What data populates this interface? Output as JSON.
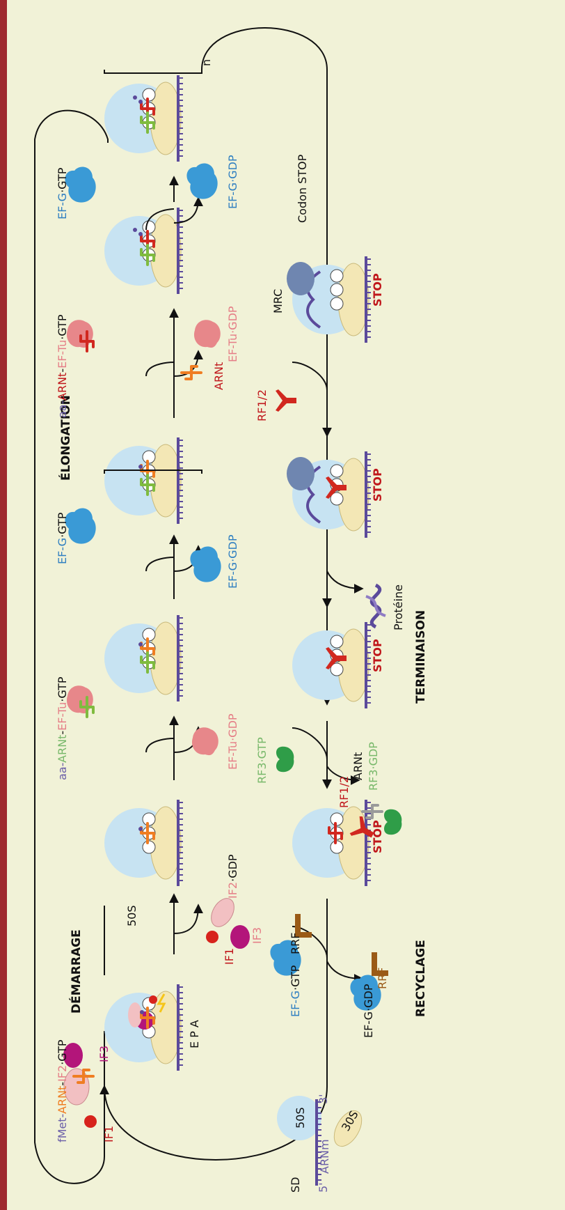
{
  "sections": {
    "demarrage": "DÉMARRAGE",
    "elongation": "ÉLONGATION",
    "terminaison": "TERMINAISON",
    "recyclage": "RECYCLAGE"
  },
  "labels": {
    "fmet": "fMet-",
    "arnt_orange": "ARNt",
    "dash1": "-",
    "if2": "IF2",
    "gtp_dot": "·GTP",
    "if3": "IF3",
    "if1": "IF1",
    "sites": "E P A",
    "s50": "50S",
    "if2gdp": "IF2·GDP",
    "aa": "aa-",
    "arnt_green": "ARNt",
    "eftu": "EF-Tu",
    "eftu_gdp": "EF-Tu·GDP",
    "efg": "EF-G",
    "efg_gdp": "EF-G·GDP",
    "arnt_red": "ARNt",
    "n": "n",
    "codon_stop": "Codon STOP",
    "mrc": "MRC",
    "rf12": "RF1/2",
    "stop": "STOP",
    "proteine": "Protéine",
    "rf3gtp": "RF3·GTP",
    "arnt_gray": "ARNt",
    "rf3gdp": "RF3·GDP",
    "rrf": "RRF",
    "efg_gtp_full": "EF-G·GTP",
    "efg_gdp_black": "EF-G·GDP",
    "s50_free": "50S",
    "s30_free": "30S",
    "sd": "SD",
    "five": "5'",
    "three": "3'",
    "arnm": "ARNm"
  },
  "colors": {
    "background": "#f1f2d7",
    "frame": "#9e2a2f",
    "ribosome_50s": "#c7e3f2",
    "ribosome_30s": "#f3e7b5",
    "mrna": "#5b4a9b",
    "ef_g": "#3a9ad6",
    "ef_tu": "#e7878a",
    "if1": "#d7231c",
    "if2": "#f2c0c2",
    "if3": "#b3157a",
    "rf12": "#d1281f",
    "rf3": "#2f9d48",
    "rrf": "#9a5a16",
    "trna_orange": "#ef7d22",
    "trna_green": "#7fbb3f",
    "text_blue": "#2f7fc1",
    "text_pink": "#e57d86",
    "text_green": "#78b86a",
    "text_purple": "#6b5fa8",
    "text_red": "#c0161b"
  },
  "icons": [
    "ribosome-icon",
    "ef-g-icon",
    "ef-tu-icon",
    "trna-icon",
    "rf12-icon",
    "rf3-icon",
    "rrf-icon",
    "if1-icon",
    "if2-icon",
    "if3-icon",
    "gtp-hydrolysis-icon",
    "protein-icon",
    "mrna-icon"
  ]
}
